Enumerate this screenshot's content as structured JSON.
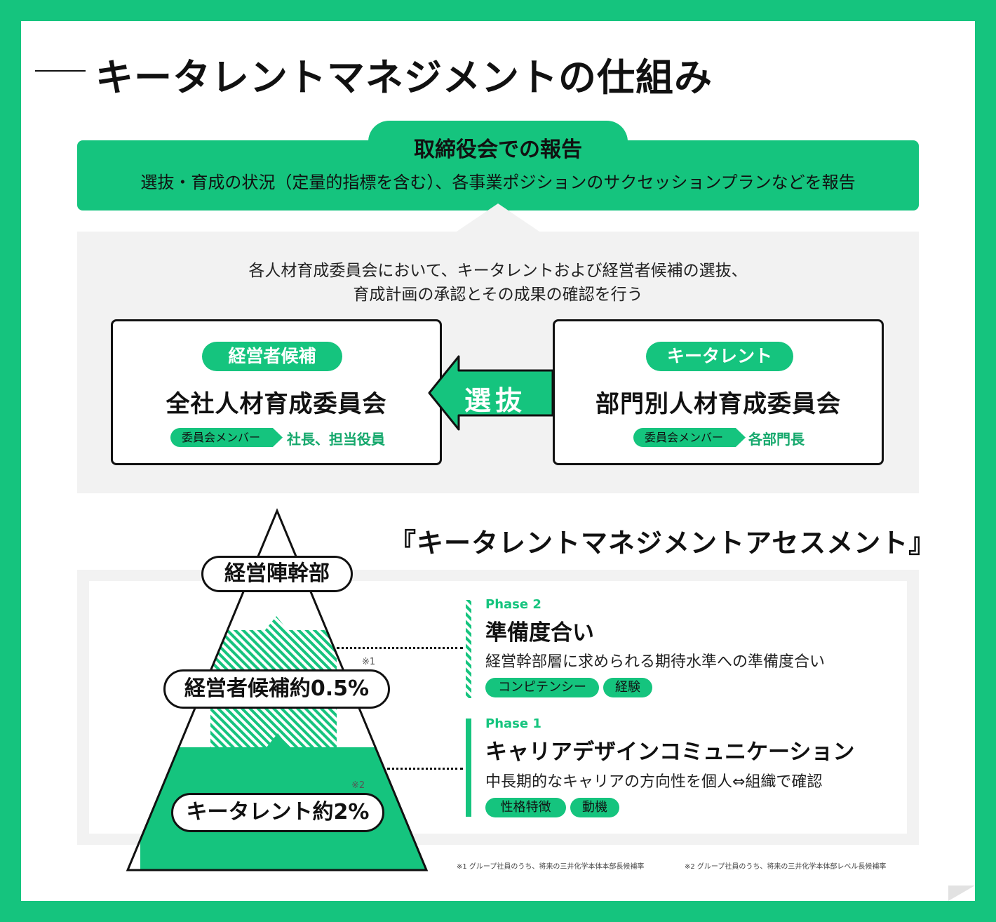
{
  "page_title": "キータレントマネジメントの仕組み",
  "board": {
    "title": "取締役会での報告",
    "subtitle": "選抜・育成の状況（定量的指標を含む）、各事業ポジションのサクセッションプランなどを報告"
  },
  "committee_desc": {
    "line1": "各人材育成委員会において、キータレントおよび経営者候補の選抜、",
    "line2": "育成計画の承認とその成果の確認を行う"
  },
  "left_card": {
    "pill": "経営者候補",
    "title": "全社人材育成委員会",
    "member_label": "委員会メンバー",
    "member_value": "社長、担当役員"
  },
  "right_card": {
    "pill": "キータレント",
    "title": "部門別人材育成委員会",
    "member_label": "委員会メンバー",
    "member_value": "各部門長"
  },
  "arrow_label": "選抜",
  "assessment_title": "『キータレントマネジメントアセスメント』",
  "pyramid": {
    "top_label": "経営陣幹部",
    "middle_label": "経営者候補約0.5%",
    "middle_note": "※1",
    "bottom_label": "キータレント約2%",
    "bottom_note": "※2"
  },
  "phases": [
    {
      "label": "Phase 2",
      "title": "準備度合い",
      "desc": "経営幹部層に求められる期待水準への準備度合い",
      "tags": [
        "コンピテンシー",
        "経験"
      ]
    },
    {
      "label": "Phase 1",
      "title": "キャリアデザインコミュニケーション",
      "desc": "中長期的なキャリアの方向性を個人⇔組織で確認",
      "tags": [
        "性格特徴",
        "動機"
      ]
    }
  ],
  "footnotes": {
    "note1": "※1 グループ社員のうち、将来の三井化学本体本部長候補率",
    "note2": "※2 グループ社員のうち、将来の三井化学本体部レベル長候補率"
  },
  "colors": {
    "accent": "#15c47e",
    "gray_panel": "#f2f2f2",
    "text": "#111111"
  }
}
